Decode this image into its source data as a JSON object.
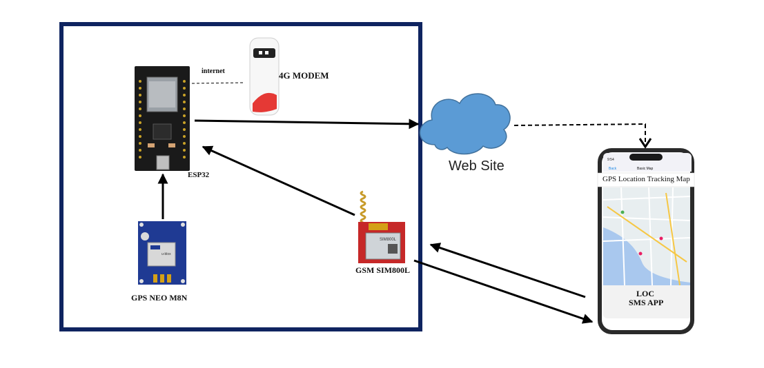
{
  "diagram": {
    "labels": {
      "internet": "internet",
      "modem": "4G MODEM",
      "esp32": "ESP32",
      "gps": "GPS NEO M8N",
      "gsm": "GSM SIM800L",
      "website": "Web Site",
      "map_title": "GPS Location Tracking Map",
      "app_line1": "LOC",
      "app_line2": "SMS APP"
    },
    "phone_ui": {
      "time": "9:54",
      "back": "Back",
      "nav_title": "Basic Map"
    },
    "chip_text": {
      "sim800l": "SIM800L",
      "ublox": "u-blox"
    },
    "colors": {
      "frame": "#0f2460",
      "cloud": "#5b9bd5",
      "cloud_stroke": "#41719c",
      "esp_board": "#1a1a1a",
      "gsm_board": "#c62828",
      "gps_board": "#1f3a93",
      "modem_red": "#e53935"
    }
  }
}
